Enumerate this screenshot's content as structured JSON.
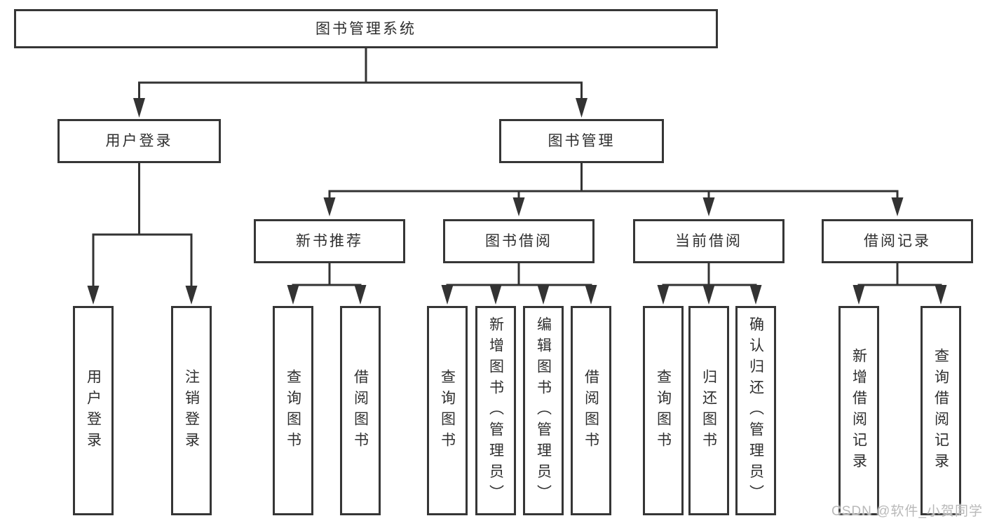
{
  "tree": {
    "root": "图书管理系统",
    "branches": [
      {
        "label": "用户登录",
        "children": [
          "用户登录",
          "注销登录"
        ]
      },
      {
        "label": "图书管理",
        "groups": [
          {
            "label": "新书推荐",
            "children": [
              "查询图书",
              "借阅图书"
            ]
          },
          {
            "label": "图书借阅",
            "children": [
              "查询图书",
              "新增图书（管理员）",
              "编辑图书（管理员）",
              "借阅图书"
            ]
          },
          {
            "label": "当前借阅",
            "children": [
              "查询图书",
              "归还图书",
              "确认归还（管理员）"
            ]
          },
          {
            "label": "借阅记录",
            "children": [
              "新增借阅记录",
              "查询借阅记录"
            ]
          }
        ]
      }
    ]
  },
  "watermark": "CSDN @软件_小贺同学",
  "colors": {
    "line": "#333333",
    "box_border": "#363636",
    "box_background": "#ffffff",
    "text": "#2f2f2f",
    "watermark_text": "#b9b9b9"
  }
}
